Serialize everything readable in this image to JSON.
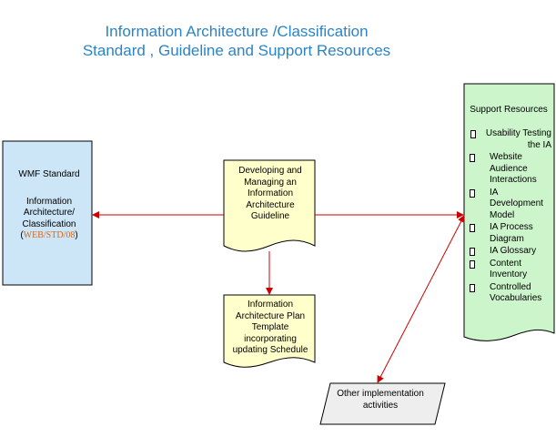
{
  "title": {
    "line1": "Information Architecture /Classification",
    "line2": "Standard , Guideline and Support Resources"
  },
  "wmf_standard": {
    "heading": "WMF Standard",
    "body": "Information Architecture/ Classification",
    "open_paren": "(",
    "code": "WEB/STD/08",
    "close_paren": ")"
  },
  "guideline": {
    "label": "Developing and Managing an Information Architecture Guideline"
  },
  "plan_template": {
    "label": "Information Architecture Plan Template incorporating updating Schedule"
  },
  "other_activities": {
    "label": "Other implementation activities"
  },
  "support_resources": {
    "heading": "Support Resources",
    "items": [
      "Usability Testing the IA",
      "Website Audience Interactions",
      "IA Development Model",
      "IA Process Diagram",
      "IA Glossary",
      "Content Inventory",
      "Controlled Vocabularies"
    ]
  },
  "colors": {
    "title": "#2a84c8",
    "wmf_fill": "#cce6f7",
    "doc_fill": "#ffffcc",
    "support_fill": "#ccf5cc",
    "other_fill": "#eeeeee",
    "arrow": "#cc0000",
    "code_text": "#d2691e"
  }
}
